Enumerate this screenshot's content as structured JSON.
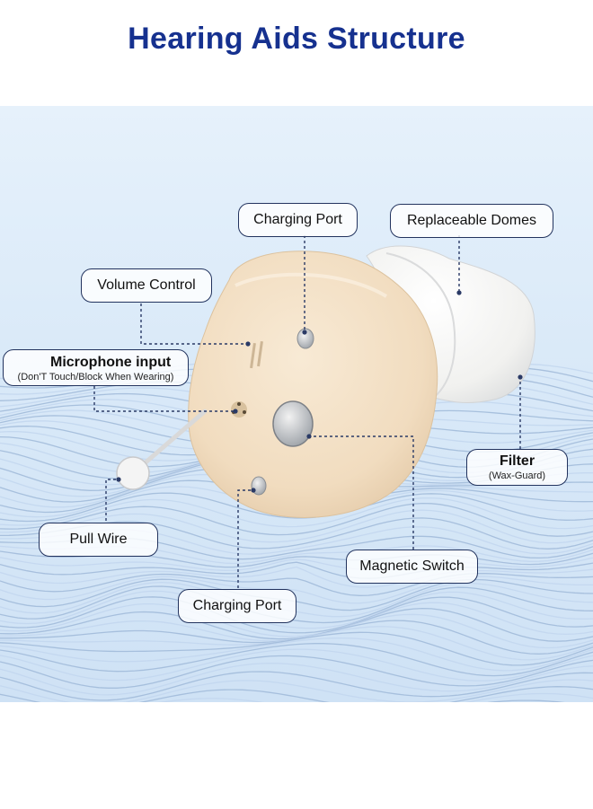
{
  "title": "Hearing Aids Structure",
  "labels": {
    "charging_port_top": "Charging Port",
    "replaceable_domes": "Replaceable Domes",
    "volume_control": "Volume Control",
    "microphone_input": "Microphone input",
    "microphone_note": "(Don'T Touch/Block When Wearing)",
    "filter": "Filter",
    "filter_note": "(Wax-Guard)",
    "pull_wire": "Pull Wire",
    "magnetic_switch": "Magnetic Switch",
    "charging_port_bottom": "Charging Port"
  },
  "colors": {
    "title": "#16318f",
    "device_body": "#f3dfc3",
    "dome": "#f4f4f2",
    "leader_line": "#2a3a66",
    "callout_border": "#22335e"
  }
}
